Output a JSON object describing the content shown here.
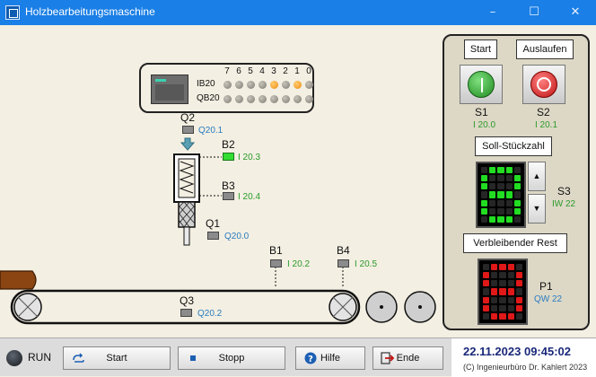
{
  "window": {
    "title": "Holzbearbeitungsmaschine"
  },
  "plc": {
    "bit_numbers": [
      "7",
      "6",
      "5",
      "4",
      "3",
      "2",
      "1",
      "0"
    ],
    "rows": [
      {
        "label": "IB20",
        "bits": [
          0,
          0,
          0,
          0,
          1,
          0,
          1,
          0
        ]
      },
      {
        "label": "QB20",
        "bits": [
          0,
          0,
          0,
          0,
          0,
          0,
          0,
          0
        ]
      }
    ]
  },
  "machine": {
    "q2": {
      "label": "Q2",
      "addr": "Q20.1"
    },
    "b2": {
      "label": "B2",
      "addr": "I 20.3",
      "active": true
    },
    "b3": {
      "label": "B3",
      "addr": "I 20.4",
      "active": false
    },
    "q1": {
      "label": "Q1",
      "addr": "Q20.0"
    },
    "b1": {
      "label": "B1",
      "addr": "I 20.2",
      "active": false
    },
    "b4": {
      "label": "B4",
      "addr": "I 20.5",
      "active": false
    },
    "q3": {
      "label": "Q3",
      "addr": "Q20.2"
    }
  },
  "panel": {
    "start_label": "Start",
    "auslaufen_label": "Auslaufen",
    "s1": {
      "label": "S1",
      "addr": "I 20.0"
    },
    "s2": {
      "label": "S2",
      "addr": "I 20.1"
    },
    "soll_label": "Soll-Stückzahl",
    "s3": {
      "label": "S3",
      "addr": "IW 22"
    },
    "rest_label": "Verbleibender Rest",
    "p1": {
      "label": "P1",
      "addr": "QW 22"
    },
    "colors": {
      "green": "#22dd22",
      "red": "#e01818",
      "off": "#262626"
    }
  },
  "statusbar": {
    "run_label": "RUN",
    "buttons": [
      {
        "label": "Start",
        "icon": "loop-arrow-icon"
      },
      {
        "label": "Stopp",
        "icon": "stop-square-icon"
      },
      {
        "label": "Hilfe",
        "icon": "help-icon"
      },
      {
        "label": "Ende",
        "icon": "exit-door-icon"
      }
    ],
    "datetime": "22.11.2023  09:45:02",
    "copyright": "(C) Ingenieurbüro Dr. Kahlert 2023"
  }
}
